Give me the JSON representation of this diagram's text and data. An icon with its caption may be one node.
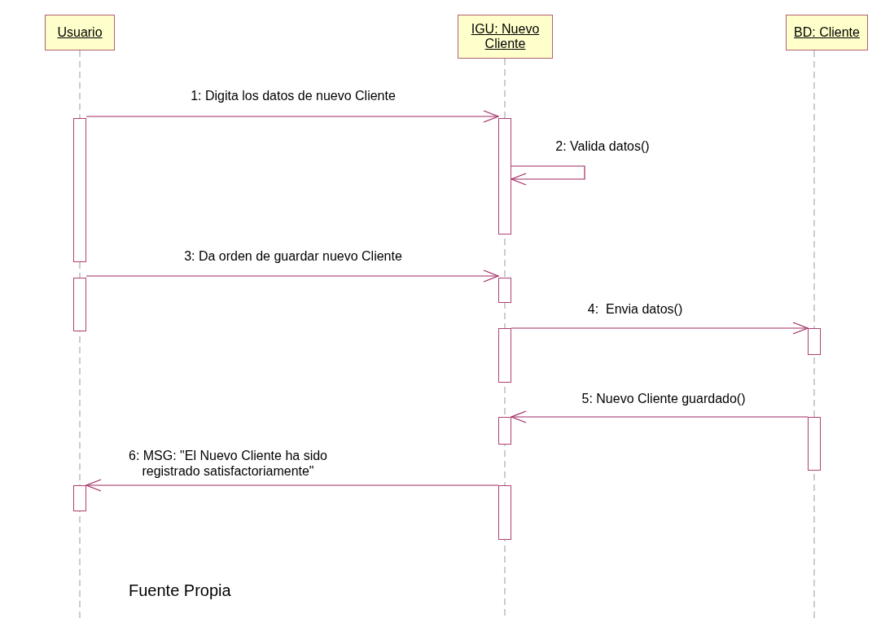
{
  "diagram": {
    "caption": "Fuente Propia",
    "nodes": [
      {
        "text": [
          "Usuario"
        ]
      },
      {
        "text": [
          "IGU: Nuevo Cliente"
        ]
      },
      {
        "text": [
          "BD: Cliente"
        ]
      },
      {
        "text": [],
        "shape": "bar"
      },
      {
        "text": [],
        "shape": "bar"
      },
      {
        "text": [],
        "shape": "bar"
      },
      {
        "text": [],
        "shape": "bar"
      },
      {
        "text": [],
        "shape": "bar"
      },
      {
        "text": [],
        "shape": "bar"
      },
      {
        "text": [],
        "shape": "bar"
      },
      {
        "text": [],
        "shape": "bar"
      },
      {
        "text": [],
        "shape": "bar"
      },
      {
        "text": [],
        "shape": "bar"
      }
    ],
    "edges": [
      {
        "from": 3,
        "to": 6,
        "arrow": "to",
        "label": "1: Digita los datos de nuevo Cliente"
      },
      {
        "from": 6,
        "to": 6,
        "arrow": "to",
        "label": "2: Valida datos()"
      },
      {
        "from": 4,
        "to": 7,
        "arrow": "to",
        "label": "3: Da orden de guardar nuevo Cliente"
      },
      {
        "from": 8,
        "to": 11,
        "arrow": "to",
        "label": "4:  Envia datos()"
      },
      {
        "from": 12,
        "to": 9,
        "arrow": "to",
        "label": "5: Nuevo Cliente guardado()"
      },
      {
        "from": 10,
        "to": 5,
        "arrow": "to",
        "label": "6: MSG: \"El Nuevo Cliente ha sido registrado satisfactoriamente\""
      }
    ]
  }
}
